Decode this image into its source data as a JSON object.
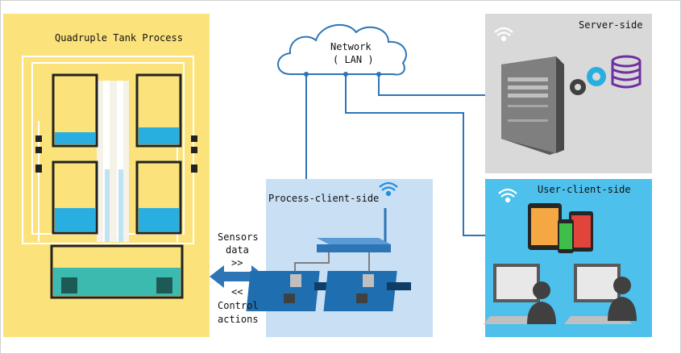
{
  "tank_panel": {
    "title": "Quadruple Tank Process"
  },
  "network": {
    "line1": "Network",
    "line2": "( LAN )"
  },
  "server_panel": {
    "title": "Server-side"
  },
  "process_panel": {
    "title": "Process-client-side"
  },
  "user_panel": {
    "title": "User-client-side"
  },
  "exchange": {
    "sensors_line1": "Sensors",
    "sensors_line2": "data",
    "sensors_arrows": ">>",
    "control_arrows": "<<",
    "control_line1": "Control",
    "control_line2": "actions"
  },
  "colors": {
    "tank_bg": "#fbe27a",
    "water": "#29aee0",
    "server_bg": "#d9d9d9",
    "process_bg": "#c8dff4",
    "user_bg": "#4dc0ec",
    "link": "#2e75b6"
  }
}
